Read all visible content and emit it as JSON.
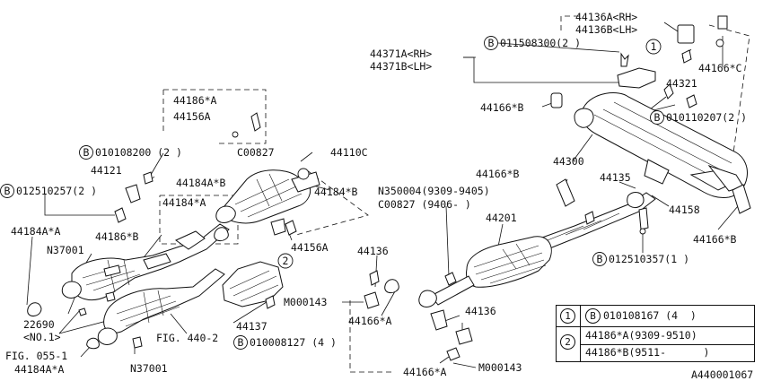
{
  "diagram": {
    "ref_code": "A440001067",
    "parts": {
      "p44136A": "44136A<RH>",
      "p44136B": "44136B<LH>",
      "p44166C": "44166*C",
      "p44371A": "44371A<RH>",
      "p44371B": "44371B<LH>",
      "b011508300": "011508300(2  )",
      "p44321": "44321",
      "p44166B_top": "44166*B",
      "b010110207": "010110207(2 )",
      "p44186A": "44186*A",
      "p44156A_top": "44156A",
      "c00827_top": "C00827",
      "p44110C": "44110C",
      "b010108200": "010108200 (2  )",
      "p44121": "44121",
      "p44184B_left": "44184A*B",
      "p44184B_right": "44184*B",
      "p44184A_mid": "44184*A",
      "b012510257": "012510257(2  )",
      "p44184AA": "44184A*A",
      "p44186B": "44186*B",
      "n37001_top": "N37001",
      "p44156A_mid": "44156A",
      "p22690": "22690",
      "no1": "<NO.1>",
      "fig440": "FIG. 440-2",
      "p44137": "44137",
      "m000143_left": "M000143",
      "b010008127": "010008127 (4  )",
      "fig055": "FIG. 055-1",
      "p44184AA_bottom": "44184A*A",
      "n37001_bottom": "N37001",
      "p44166B_mid": "44166*B",
      "n350004": "N350004(9309-9405)",
      "c00827_mid": "C00827  (9406-     )",
      "p44201": "44201",
      "p44300": "44300",
      "p44135": "44135",
      "p44158": "44158",
      "p44166B_right": "44166*B",
      "b012510357": "012510357(1  )",
      "p44136_left": "44136",
      "p44166A_left": "44166*A",
      "p44136_right": "44136",
      "p44166A_bottom": "44166*A",
      "m000143_bottom": "M000143"
    },
    "callouts": {
      "one": "1",
      "two": "2",
      "bolt": "B"
    },
    "legend": {
      "row1_num": "1",
      "row1_text": "010108167 (4  )",
      "row2_num": "2",
      "row2_line1": "44186*A(9309-9510)",
      "row2_line2": "44186*B(9511-      )"
    }
  }
}
